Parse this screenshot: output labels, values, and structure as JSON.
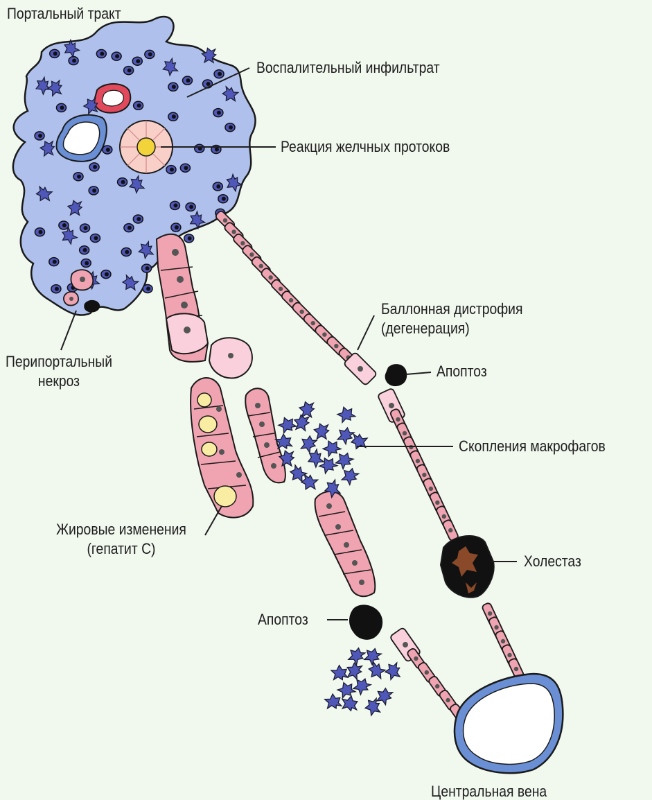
{
  "labels": {
    "portal_tract": "Портальный тракт",
    "inflammatory_infiltrate": "Воспалительный инфильтрат",
    "bile_duct_reaction": "Реакция желчных протоков",
    "ballooning_line1": "Баллонная дистрофия",
    "ballooning_line2": "(дегенерация)",
    "apoptosis_upper": "Апоптоз",
    "periportal_line1": "Перипортальный",
    "periportal_line2": "некроз",
    "macrophage_clusters": "Скопления макрофагов",
    "fatty_line1": "Жировые изменения",
    "fatty_line2": "(гепатит С)",
    "cholestasis": "Холестаз",
    "apoptosis_lower": "Апоптоз",
    "central_vein": "Центральная вена"
  },
  "colors": {
    "background": "#f1f8ee",
    "portal_tract": "#aec0eb",
    "hepatocyte": "#f0a4b1",
    "ballooned_cell": "#f9d0db",
    "fat_droplet": "#f8eda2",
    "macrophage": "#4f57b8",
    "vessel_wall": "#6a8fd4",
    "apoptotic_body": "#111111",
    "cholestasis_plug": "#8a4a2a"
  }
}
